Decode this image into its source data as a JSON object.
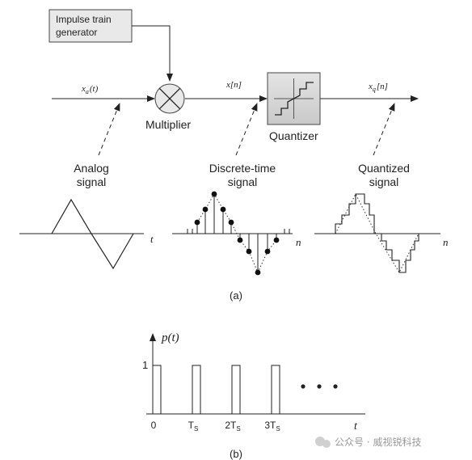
{
  "diagram_a": {
    "generator": {
      "line1": "Impulse train",
      "line2": "generator"
    },
    "multiplier_label": "Multiplier",
    "quantizer_label": "Quantizer",
    "signals": {
      "analog_in": "x",
      "analog_in_sub": "a",
      "analog_in_arg": "(t)",
      "discrete": "x[n]",
      "quantized": "x",
      "quantized_sub": "q",
      "quantized_arg": "[n]"
    },
    "captions": {
      "analog": [
        "Analog",
        "signal"
      ],
      "discrete": [
        "Discrete-time",
        "signal"
      ],
      "quantized": [
        "Quantized",
        "signal"
      ]
    },
    "axis_t": "t",
    "axis_n1": "n",
    "axis_n2": "n",
    "sublabel": "(a)"
  },
  "chart_b": {
    "sublabel": "(b)",
    "chart_data": {
      "type": "bar",
      "title": "",
      "ylabel": "p(t)",
      "xlabel": "t",
      "categories": [
        "0",
        "T_S",
        "2T_S",
        "3T_S"
      ],
      "values": [
        1,
        1,
        1,
        1
      ],
      "y_tick": "1",
      "continuation": "..."
    },
    "ticks": [
      {
        "main": "0",
        "sub": ""
      },
      {
        "main": "T",
        "sub": "S"
      },
      {
        "main": "2T",
        "sub": "S"
      },
      {
        "main": "3T",
        "sub": "S"
      }
    ],
    "ylabel": "p(t)",
    "xlabel": "t",
    "one": "1"
  },
  "watermark": "公众号 · 威视锐科技"
}
